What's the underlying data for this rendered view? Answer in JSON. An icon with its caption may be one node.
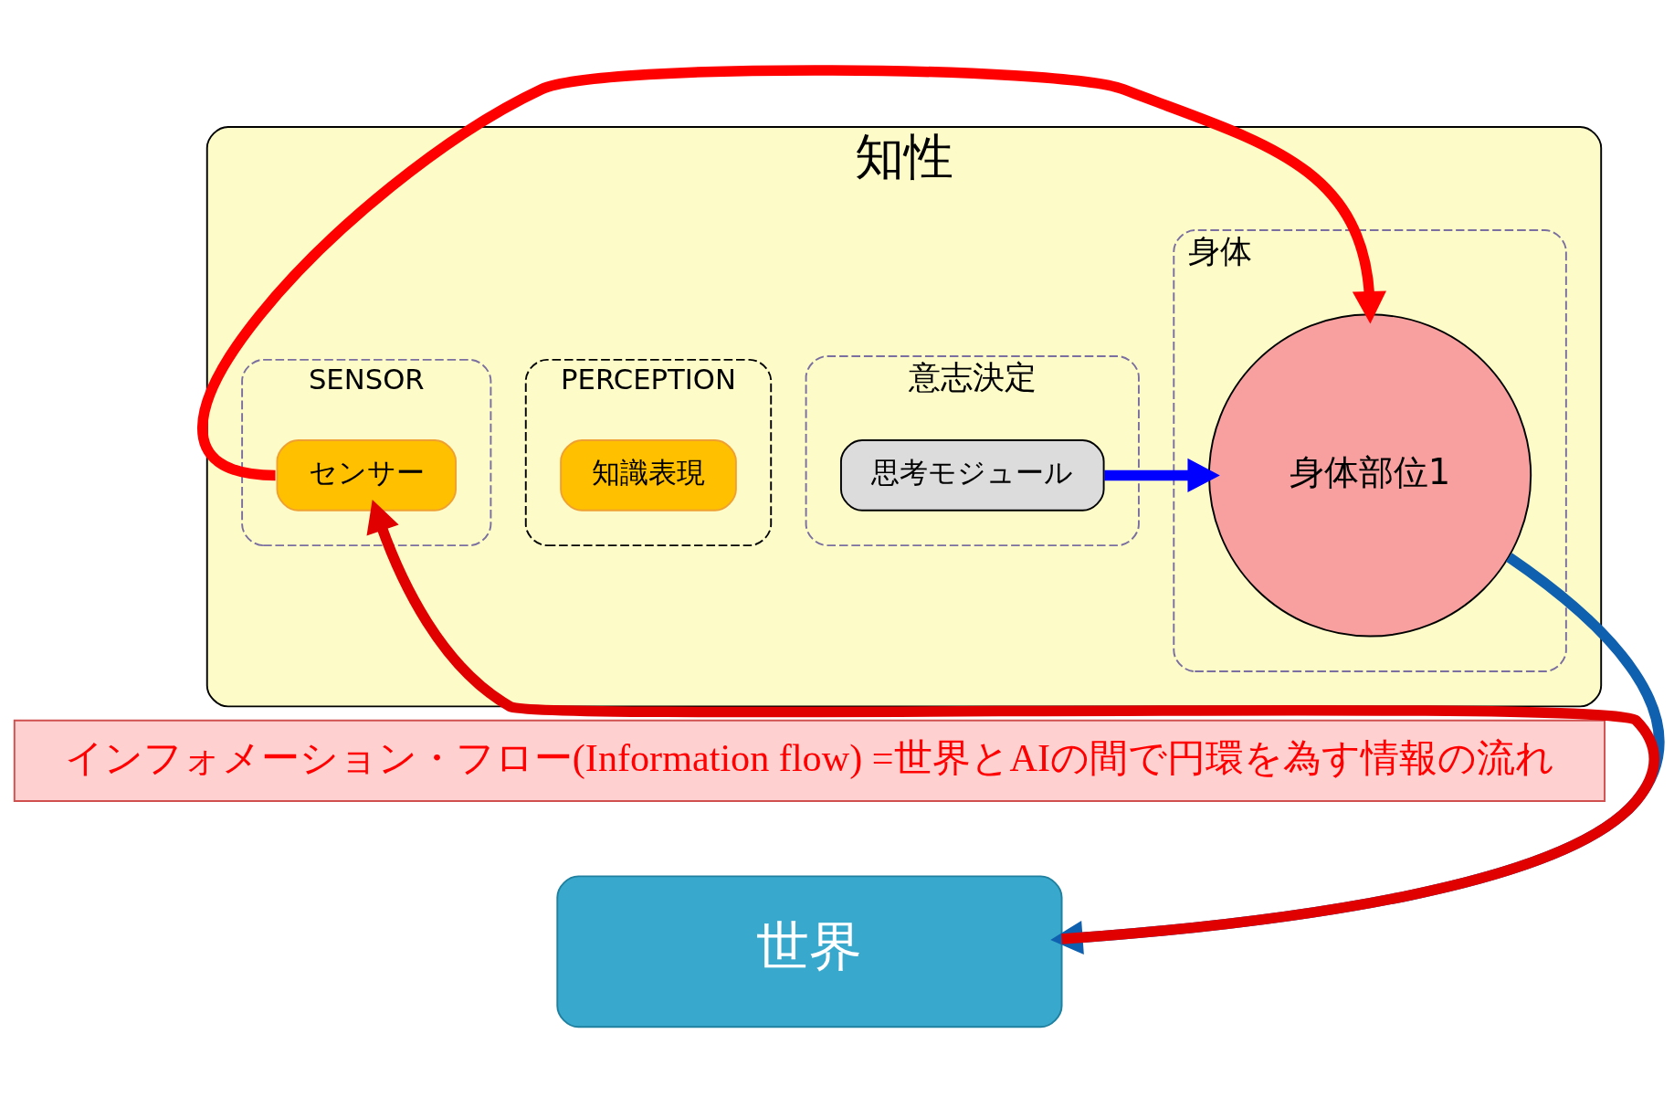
{
  "diagram": {
    "nodes": [
      {
        "text": [
          "知性"
        ]
      },
      {
        "text": [
          "SENSOR"
        ],
        "in": 0
      },
      {
        "text": [
          "センサー"
        ],
        "in": 1
      },
      {
        "text": [
          "PERCEPTION"
        ],
        "in": 0
      },
      {
        "text": [
          "知識表現"
        ],
        "in": 3
      },
      {
        "text": [
          "意志決定"
        ],
        "in": 0
      },
      {
        "text": [
          "思考モジュール"
        ],
        "in": 5
      },
      {
        "text": [
          "身体"
        ],
        "in": 0
      },
      {
        "text": [
          "身体部位1"
        ],
        "in": 7
      },
      {
        "text": [
          "インフォメーション・フロー(Information flow) =世界とAIの間で円環を為す情報の流れ"
        ]
      },
      {
        "text": [
          "世界"
        ]
      }
    ],
    "edges": [
      {
        "from": 6,
        "to": 8,
        "arrow": "to",
        "color": "#0000ff"
      },
      {
        "from": 10,
        "to": 2,
        "arrow": "to",
        "color": "#e00000"
      },
      {
        "from": 2,
        "to": 8,
        "arrow": "to",
        "color": "#ff0000"
      },
      {
        "from": 8,
        "to": 10,
        "arrow": "to",
        "color": "#1060b0"
      }
    ]
  }
}
